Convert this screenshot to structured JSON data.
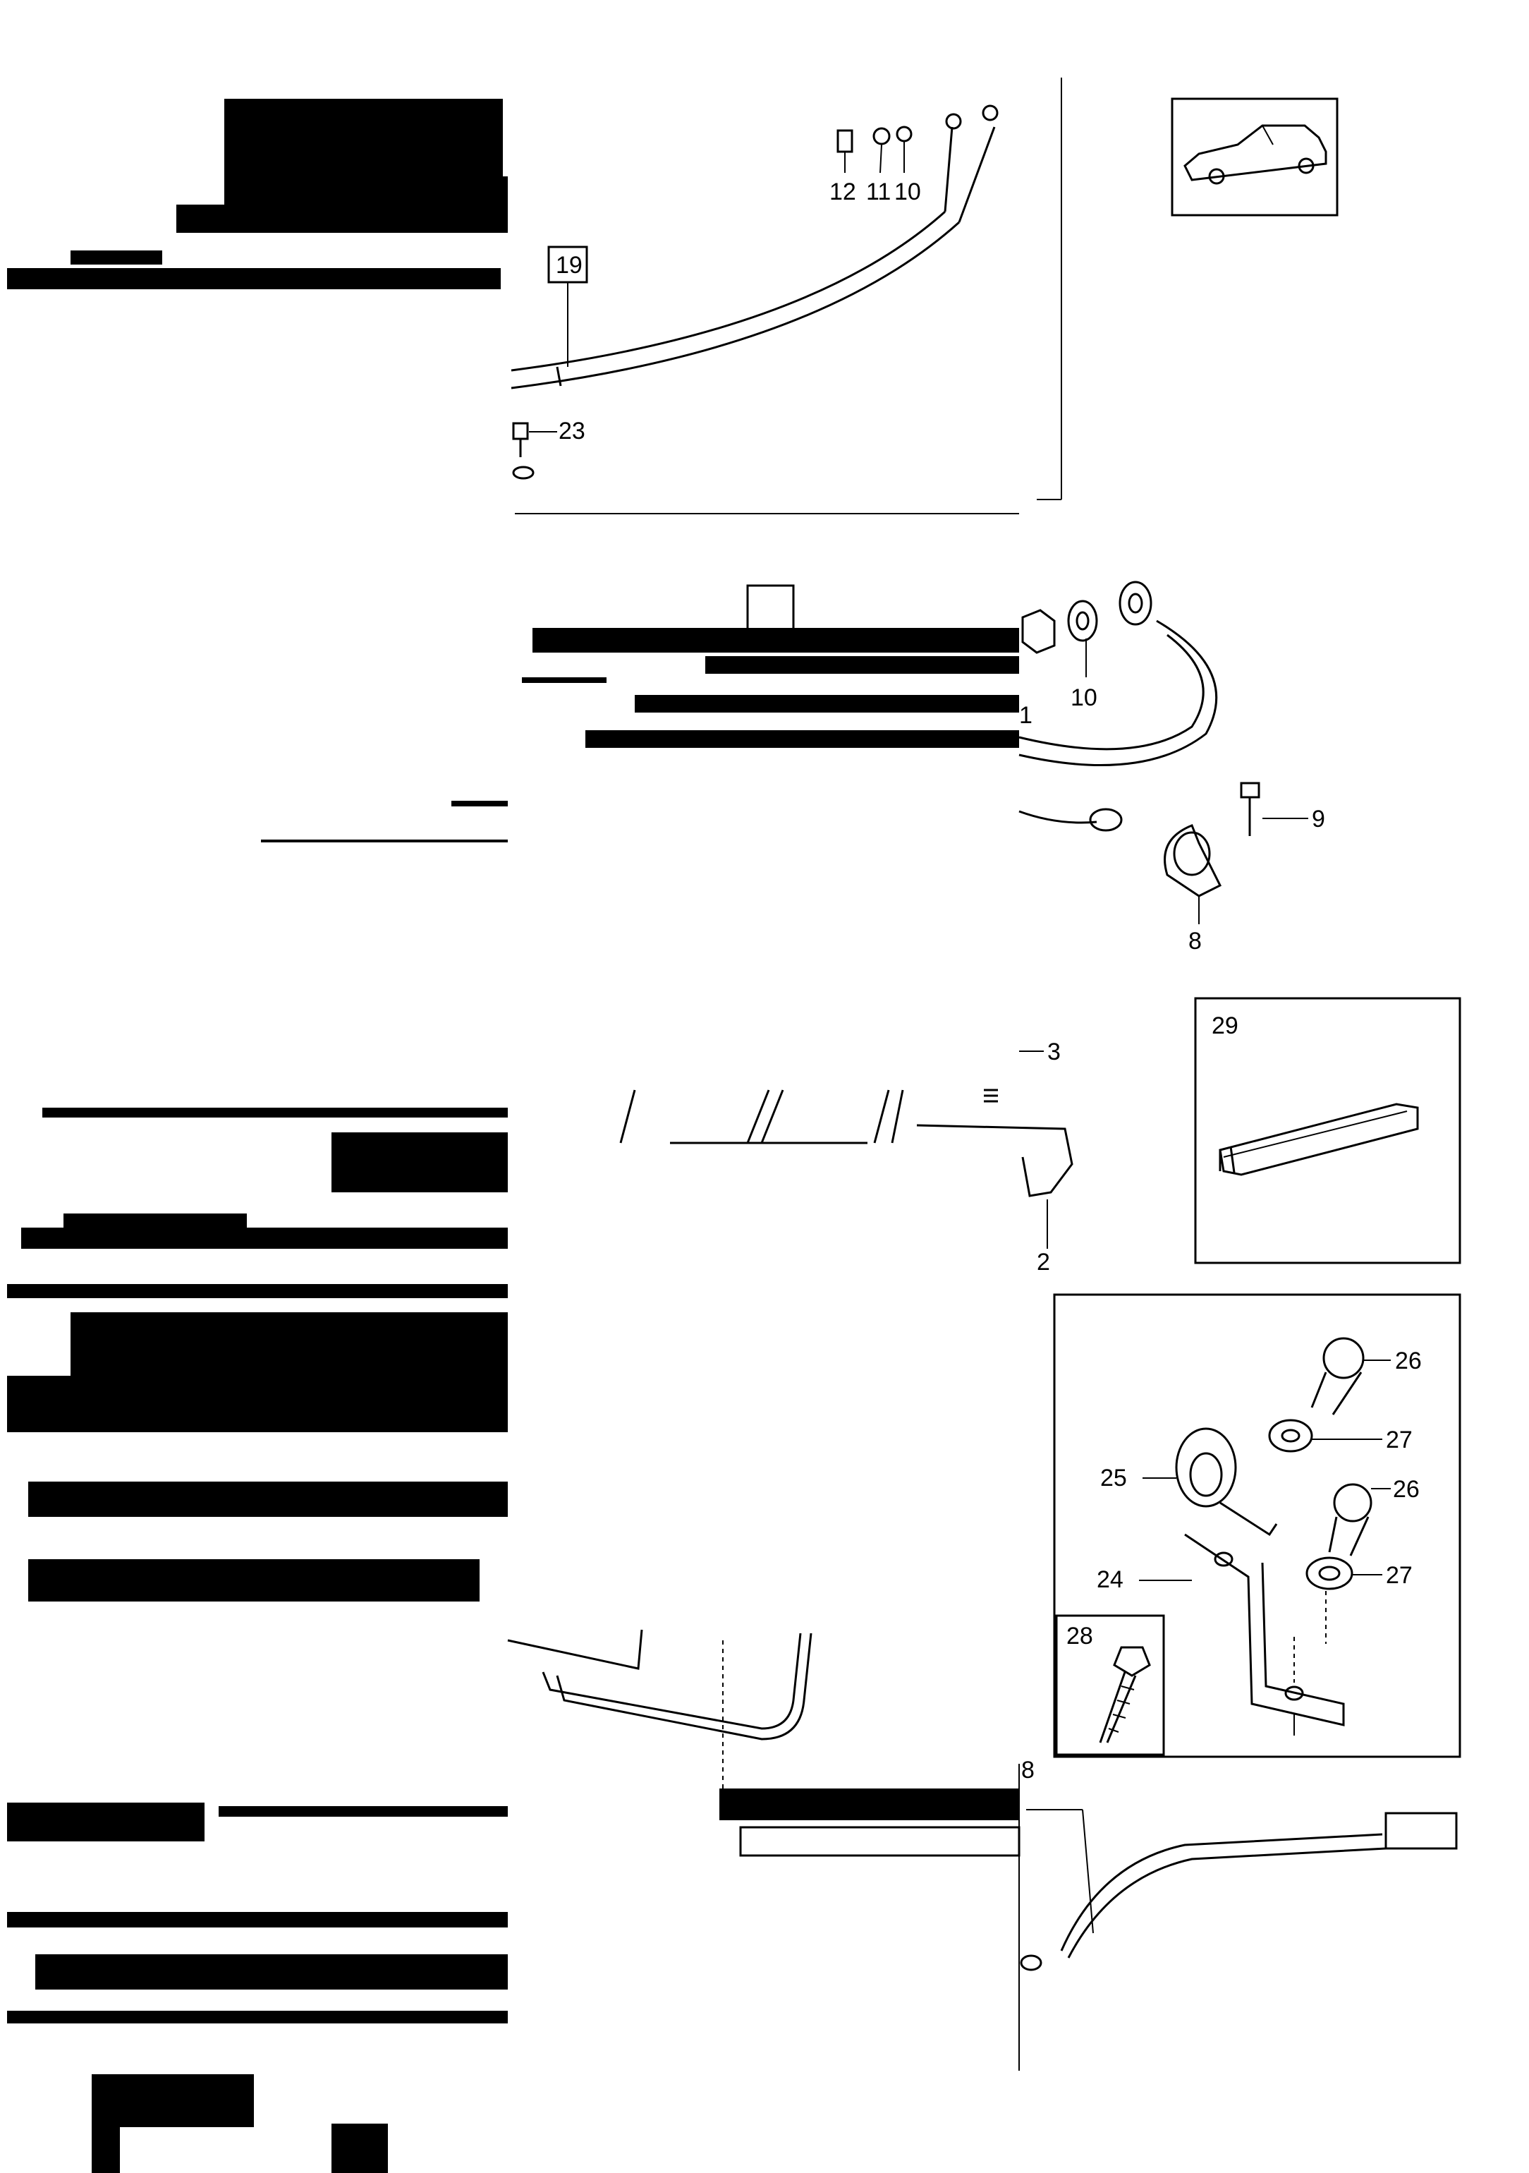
{
  "panels": {
    "top": {
      "ref_box": "19",
      "callouts": [
        "12",
        "11",
        "10",
        "23"
      ]
    },
    "middle": {
      "callouts": [
        "1",
        "10",
        "9",
        "8"
      ]
    },
    "lower": {
      "callouts": [
        "3",
        "2",
        "8"
      ]
    },
    "inset_29": {
      "label": "29"
    },
    "inset_bracket": {
      "callouts": [
        "26",
        "27",
        "26",
        "27",
        "25",
        "24"
      ],
      "sub_inset_label": "28"
    }
  }
}
